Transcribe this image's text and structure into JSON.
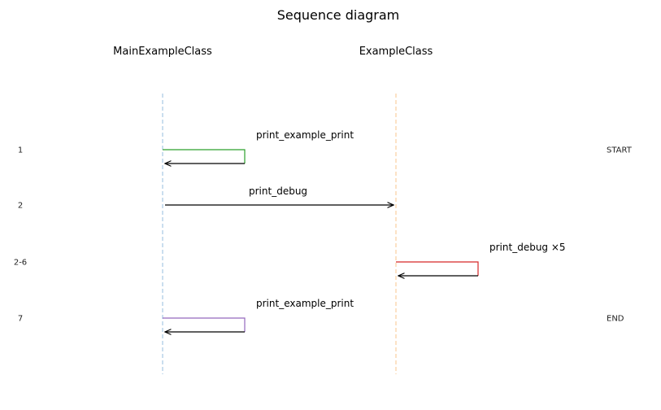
{
  "diagram": {
    "title": "Sequence diagram",
    "participants": [
      {
        "id": "main",
        "label": "MainExampleClass",
        "lifeline_color": "#a6c8e4"
      },
      {
        "id": "example",
        "label": "ExampleClass",
        "lifeline_color": "#f9cf9f"
      }
    ],
    "messages": [
      {
        "step": "1",
        "label": "print_example_print",
        "from": "main",
        "to": "main",
        "self_call": true,
        "color": "#2ca02c",
        "note": "START"
      },
      {
        "step": "2",
        "label": "print_debug",
        "from": "main",
        "to": "example",
        "self_call": false,
        "color": "#000000",
        "note": ""
      },
      {
        "step": "2-6",
        "label": "print_debug ×5",
        "from": "example",
        "to": "example",
        "self_call": true,
        "color": "#d62728",
        "note": ""
      },
      {
        "step": "7",
        "label": "print_example_print",
        "from": "main",
        "to": "main",
        "self_call": true,
        "color": "#9467bd",
        "note": "END"
      }
    ]
  }
}
